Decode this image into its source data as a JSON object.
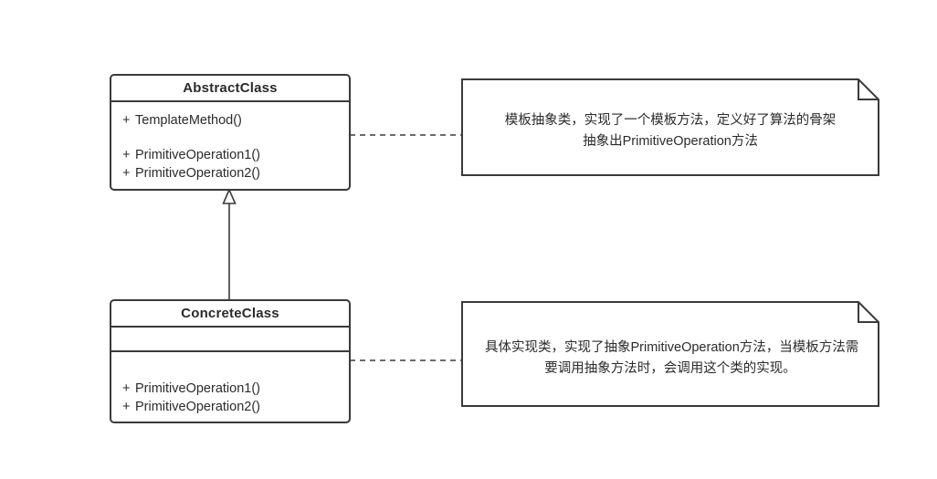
{
  "diagram": {
    "title": "Template Method Pattern UML Class Diagram",
    "stroke_color": "#3a3a3a",
    "text_color": "#2b2b2b",
    "background_color": "#ffffff"
  },
  "classes": [
    {
      "id": "abstract-class",
      "name": "AbstractClass",
      "attributes": [],
      "methods": [
        {
          "visibility": "+",
          "signature": "TemplateMethod()"
        },
        {
          "visibility": "+",
          "signature": "PrimitiveOperation1()"
        },
        {
          "visibility": "+",
          "signature": "PrimitiveOperation2()"
        }
      ]
    },
    {
      "id": "concrete-class",
      "name": "ConcreteClass",
      "attributes": [],
      "methods": [
        {
          "visibility": "+",
          "signature": "PrimitiveOperation1()"
        },
        {
          "visibility": "+",
          "signature": "PrimitiveOperation2()"
        }
      ]
    }
  ],
  "notes": [
    {
      "id": "abstract-class-note",
      "lines": [
        "模板抽象类，实现了一个模板方法，定义好了算法的骨架",
        "抽象出PrimitiveOperation方法"
      ]
    },
    {
      "id": "concrete-class-note",
      "lines": [
        "具体实现类，实现了抽象PrimitiveOperation方法，当模板方法需",
        "要调用抽象方法时，会调用这个类的实现。"
      ]
    }
  ],
  "relationships": [
    {
      "id": "generalization",
      "type": "generalization",
      "from": "ConcreteClass",
      "to": "AbstractClass",
      "style": "solid-line-hollow-triangle"
    },
    {
      "id": "abstract-note-link",
      "type": "note-anchor",
      "from": "AbstractClass",
      "to": "abstract-class-note",
      "style": "dashed"
    },
    {
      "id": "concrete-note-link",
      "type": "note-anchor",
      "from": "ConcreteClass",
      "to": "concrete-class-note",
      "style": "dashed"
    }
  ]
}
